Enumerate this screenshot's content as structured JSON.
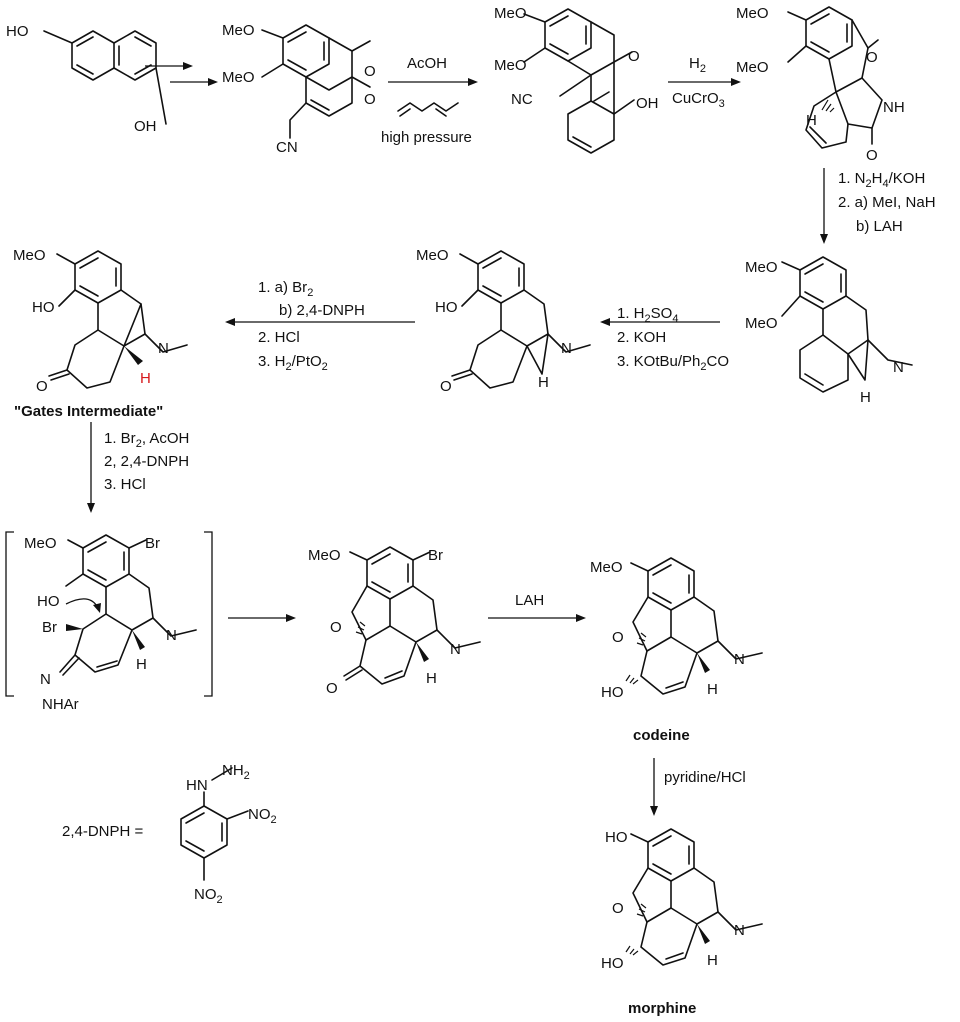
{
  "accent_color": "#d7191c",
  "structures": {
    "s1": {
      "ho_top": "HO",
      "oh_bottom": "OH"
    },
    "s2": {
      "meo1": "MeO",
      "meo2": "MeO",
      "o1": "O",
      "o2": "O",
      "cn": "CN"
    },
    "s3": {
      "meo1": "MeO",
      "meo2": "MeO",
      "nc": "NC",
      "o": "O",
      "oh": "OH"
    },
    "s4": {
      "meo1": "MeO",
      "meo2": "MeO",
      "o_top": "O",
      "nh": "NH",
      "h": "H",
      "o_bottom": "O"
    },
    "s5": {
      "meo1": "MeO",
      "meo2": "MeO",
      "n": "N",
      "h": "H"
    },
    "s6": {
      "meo": "MeO",
      "ho": "HO",
      "n": "N",
      "o": "O",
      "h": "H"
    },
    "s7": {
      "meo": "MeO",
      "ho": "HO",
      "n": "N",
      "o": "O",
      "h_red": "H",
      "label": "\"Gates Intermediate\""
    },
    "s8": {
      "meo": "MeO",
      "br_top": "Br",
      "ho": "HO",
      "br_alpha": "Br",
      "n": "N",
      "h": "H",
      "hydrazone_n": "N",
      "nhar": "NHAr"
    },
    "s9": {
      "meo": "MeO",
      "br": "Br",
      "o_bridge": "O",
      "n": "N",
      "o_ketone": "O",
      "h": "H"
    },
    "s10": {
      "meo": "MeO",
      "o_bridge": "O",
      "n": "N",
      "oh": "HO",
      "h": "H",
      "label": "codeine"
    },
    "s11": {
      "ho_top": "HO",
      "o_bridge": "O",
      "n": "N",
      "oh": "HO",
      "h": "H",
      "label": "morphine"
    },
    "dnph": {
      "label": "2,4-DNPH =",
      "hn": "HN",
      "nh2": "NH",
      "nh2_sub": "2",
      "no2_a": "NO",
      "no2_a_sub": "2",
      "no2_b": "NO",
      "no2_b_sub": "2"
    }
  },
  "conditions": {
    "a2": {
      "above": "AcOH",
      "below": "high pressure"
    },
    "a3": {
      "above": "H",
      "above_sub": "2",
      "below": "CuCrO",
      "below_sub": "3"
    },
    "a4": {
      "l1": "1. N",
      "l1_sub1": "2",
      "l1_mid": "H",
      "l1_sub2": "4",
      "l1_end": "/KOH",
      "l2": "2. a) MeI, NaH",
      "l3": "b) LAH"
    },
    "a5": {
      "l1": "1. H",
      "l1_sub1": "2",
      "l1_mid": "SO",
      "l1_sub2": "4",
      "l2": "2. KOH",
      "l3": "3. KOtBu/Ph",
      "l3_sub": "2",
      "l3_end": "CO"
    },
    "a6": {
      "l1": "1. a) Br",
      "l1_sub": "2",
      "l2": "b) 2,4-DNPH",
      "l3": "2. HCl",
      "l4": "3. H",
      "l4_sub1": "2",
      "l4_mid": "/PtO",
      "l4_sub2": "2"
    },
    "a7": {
      "l1": "1. Br",
      "l1_sub": "2",
      "l1_end": ", AcOH",
      "l2": "2, 2,4-DNPH",
      "l3": "3. HCl"
    },
    "a9": {
      "above": "LAH"
    },
    "a10": {
      "label": "pyridine/HCl"
    }
  }
}
